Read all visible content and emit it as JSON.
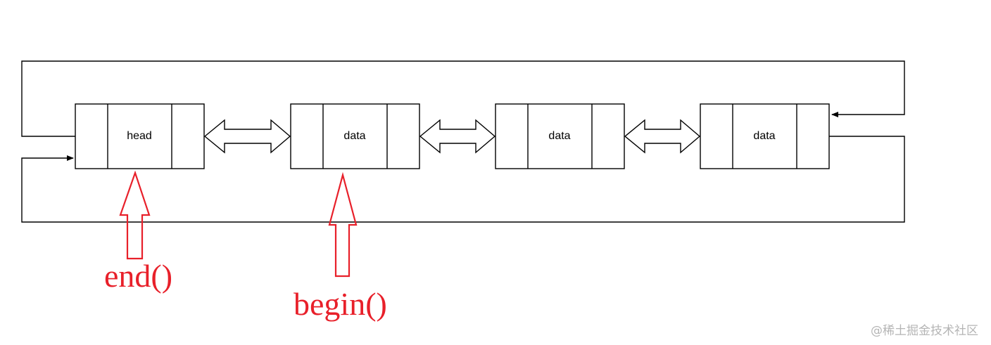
{
  "nodes": [
    {
      "label": "head"
    },
    {
      "label": "data"
    },
    {
      "label": "data"
    },
    {
      "label": "data"
    }
  ],
  "pointers": {
    "end": "end()",
    "begin": "begin()"
  },
  "watermark": "@稀土掘金技术社区",
  "colors": {
    "line": "#000000",
    "pointer": "#e8202a",
    "watermark": "#b5b5b5",
    "background": "#ffffff"
  }
}
